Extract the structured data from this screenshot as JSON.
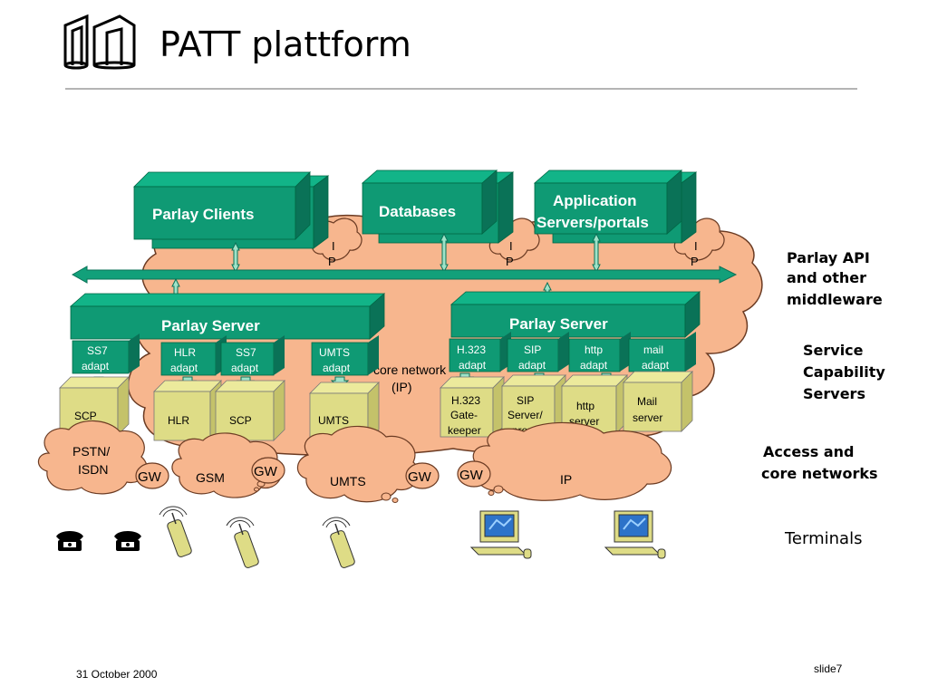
{
  "title": "PATT plattform",
  "footer": {
    "date": "31 October 2000",
    "slide": "slide7"
  },
  "colors": {
    "green": "#0f9a74",
    "green_top": "#12b488",
    "green_side": "#0a7257",
    "cloud": "#f7b68e",
    "cloud_stroke": "#6b3b23",
    "olive": "#dedc86",
    "bus": "#12a07a"
  },
  "top_boxes": {
    "parlay_clients": "Parlay Clients",
    "databases": "Databases",
    "app_servers_l1": "Application",
    "app_servers_l2": "Servers/portals"
  },
  "ip_label_i": "I",
  "ip_label_p": "P",
  "servers": {
    "left": "Parlay Server",
    "right": "Parlay Server"
  },
  "adapters": [
    {
      "l1": "SS7",
      "l2": "adapt"
    },
    {
      "l1": "HLR",
      "l2": "adapt"
    },
    {
      "l1": "SS7",
      "l2": "adapt"
    },
    {
      "l1": "UMTS",
      "l2": "adapt"
    },
    {
      "l1": "H.323",
      "l2": "adapt"
    },
    {
      "l1": "SIP",
      "l2": "adapt"
    },
    {
      "l1": "http",
      "l2": "adapt"
    },
    {
      "l1": "mail",
      "l2": "adapt"
    }
  ],
  "nodes": [
    {
      "l1": "SCP",
      "l2": "",
      "l3": ""
    },
    {
      "l1": "HLR",
      "l2": "",
      "l3": ""
    },
    {
      "l1": "SCP",
      "l2": "",
      "l3": ""
    },
    {
      "l1": "UMTS",
      "l2": "",
      "l3": ""
    },
    {
      "l1": "H.323",
      "l2": "Gate-",
      "l3": "keeper"
    },
    {
      "l1": "SIP",
      "l2": "Server/",
      "l3": "proxy"
    },
    {
      "l1": "http",
      "l2": "server",
      "l3": ""
    },
    {
      "l1": "Mail",
      "l2": "server",
      "l3": ""
    }
  ],
  "core_network_l1": "core network",
  "core_network_l2": "(IP)",
  "networks": {
    "pstn_l1": "PSTN/",
    "pstn_l2": "ISDN",
    "gsm": "GSM",
    "umts": "UMTS",
    "ip": "IP"
  },
  "gw": "GW",
  "side_labels": {
    "middleware_l1": "Parlay API",
    "middleware_l2": "and other",
    "middleware_l3": "middleware",
    "scs_l1": "Service",
    "scs_l2": "Capability",
    "scs_l3": "Servers",
    "access_l1": "Access and",
    "access_l2": "core networks",
    "terminals": "Terminals"
  },
  "icons": [
    "logo-icon",
    "telephone-icon",
    "mobile-phone-icon",
    "computer-icon"
  ]
}
